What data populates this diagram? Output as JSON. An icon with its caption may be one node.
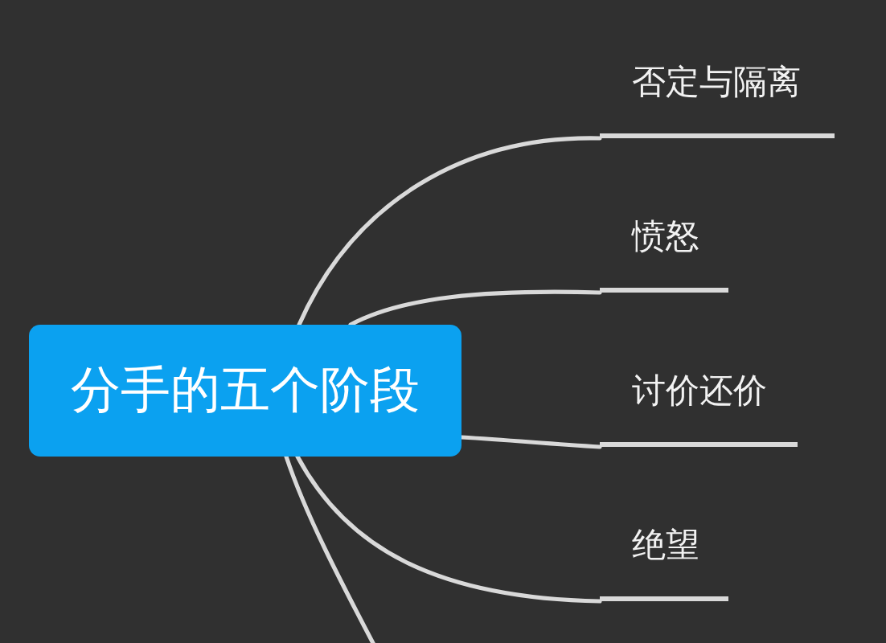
{
  "diagram": {
    "nodes": [
      {
        "text": [
          "分手的五个阶段"
        ]
      },
      {
        "text": [
          "否定与隔离"
        ]
      },
      {
        "text": [
          "愤怒"
        ]
      },
      {
        "text": [
          "讨价还价"
        ]
      },
      {
        "text": [
          "绝望"
        ]
      }
    ],
    "edges": [
      {
        "from": 0,
        "to": 1,
        "arrow": "none"
      },
      {
        "from": 0,
        "to": 2,
        "arrow": "none"
      },
      {
        "from": 0,
        "to": 3,
        "arrow": "none"
      },
      {
        "from": 0,
        "to": 4,
        "arrow": "none"
      },
      {
        "from": 0,
        "to": null,
        "arrow": "none"
      }
    ]
  }
}
